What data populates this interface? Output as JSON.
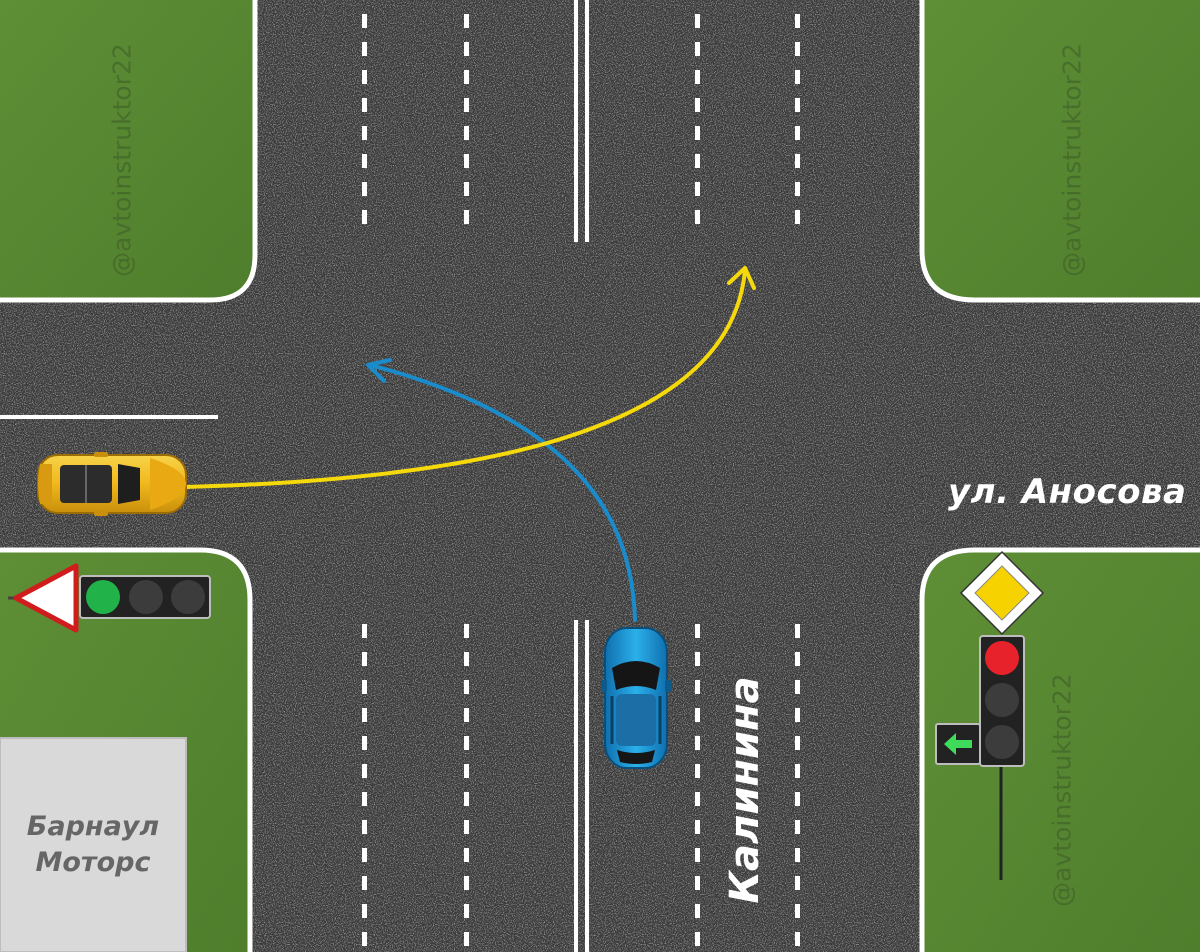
{
  "streets": {
    "horizontal": "ул. Аносова",
    "vertical": "Калинина"
  },
  "building": {
    "line1": "Барнаул",
    "line2": "Моторс"
  },
  "watermark": "@avtoinstruktor22",
  "vehicles": [
    {
      "name": "yellow-car",
      "color": "#f2c12e",
      "facing": "east"
    },
    {
      "name": "blue-car",
      "color": "#1a9ad6",
      "facing": "north"
    }
  ],
  "paths": [
    {
      "vehicle": "yellow-car",
      "color": "#f5d90a",
      "maneuver": "left turn"
    },
    {
      "vehicle": "blue-car",
      "color": "#1a8ccc",
      "maneuver": "left turn"
    }
  ],
  "signs": {
    "west": {
      "type": "give way",
      "light": "green"
    },
    "east": {
      "type": "priority road",
      "light": "red",
      "arrow_section": "green left arrow"
    }
  },
  "colors": {
    "grass": "#5a8a34",
    "asphalt": "#3a3a3a",
    "marking": "#ffffff",
    "building": "#d9d9d9"
  }
}
